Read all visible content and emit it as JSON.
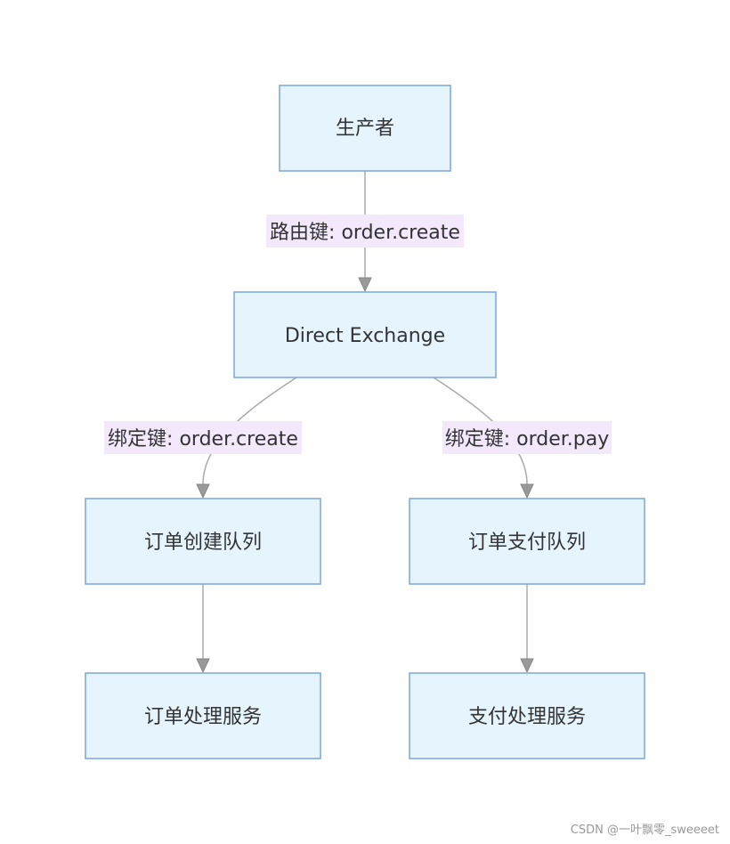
{
  "nodes": {
    "producer": "生产者",
    "exchange": "Direct Exchange",
    "queue_create": "订单创建队列",
    "queue_pay": "订单支付队列",
    "service_order": "订单处理服务",
    "service_pay": "支付处理服务"
  },
  "edges": {
    "routing_key": "路由键: order.create",
    "binding_create": "绑定键: order.create",
    "binding_pay": "绑定键: order.pay"
  },
  "watermark": "CSDN @一叶飘零_sweeeet"
}
